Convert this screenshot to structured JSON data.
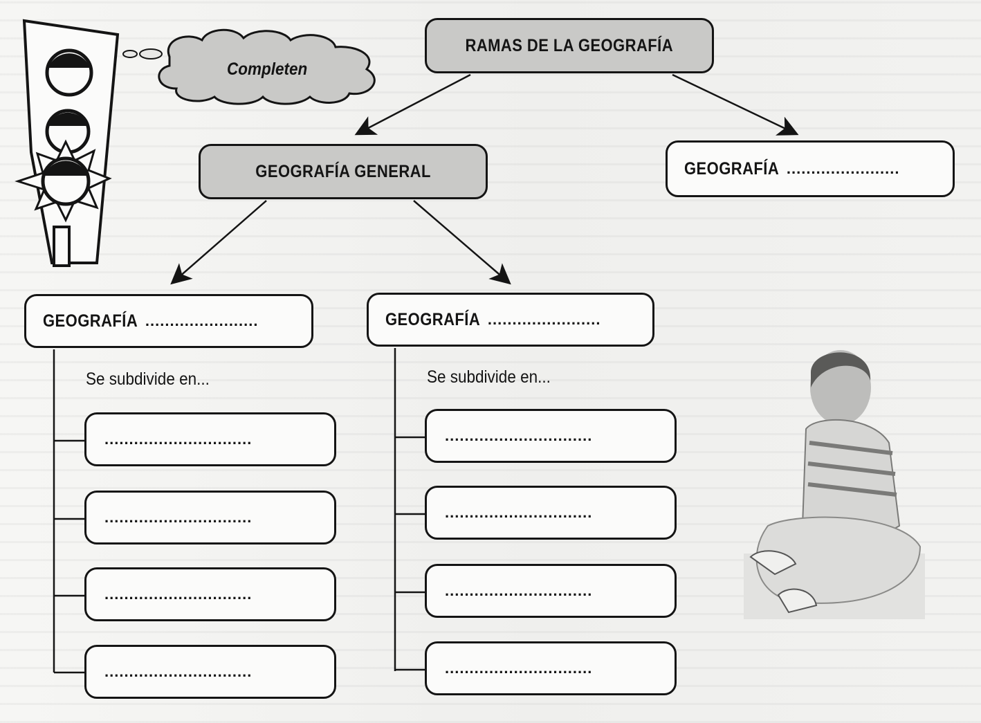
{
  "instruction": "Completen",
  "root": "RAMAS DE LA GEOGRAFÍA",
  "general": "GEOGRAFÍA GENERAL",
  "regional": {
    "label": "GEOGRAFÍA",
    "blank": "......................."
  },
  "left_branch": {
    "label": "GEOGRAFÍA",
    "blank": ".......................",
    "subdivide": "Se subdivide en...",
    "slots": [
      "..............................",
      "..............................",
      "..............................",
      ".............................."
    ]
  },
  "right_branch": {
    "label": "GEOGRAFÍA",
    "blank": ".......................",
    "subdivide": "Se subdivide en...",
    "slots": [
      "..............................",
      "..............................",
      "..............................",
      ".............................."
    ]
  }
}
